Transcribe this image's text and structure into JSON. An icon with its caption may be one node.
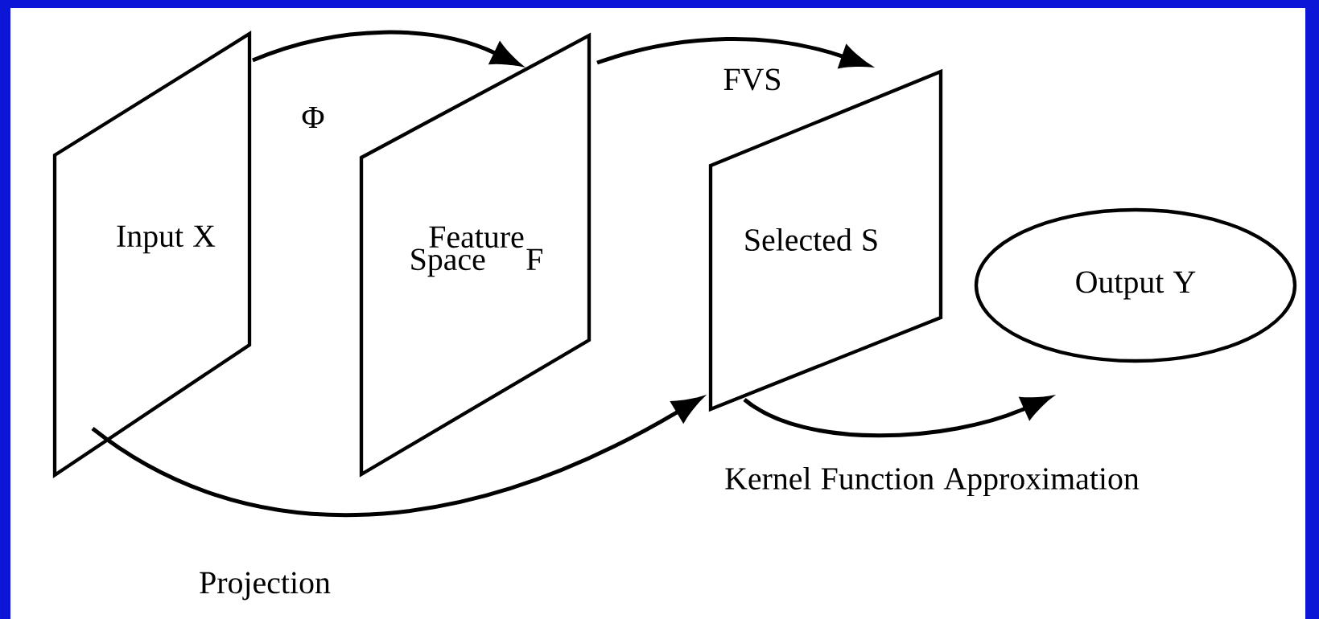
{
  "diagram": {
    "nodes": [
      {
        "text": [
          "Input X"
        ]
      },
      {
        "text": [
          "Feature Space F"
        ]
      },
      {
        "text": [
          "Selected S"
        ]
      },
      {
        "text": [
          "Output Y"
        ]
      }
    ],
    "edges": [
      {
        "from": 0,
        "to": 1,
        "arrow": "to",
        "label": "Φ"
      },
      {
        "from": 1,
        "to": 2,
        "arrow": "to",
        "label": "FVS"
      },
      {
        "from": 0,
        "to": 2,
        "arrow": "to",
        "label": "Projection"
      },
      {
        "from": 2,
        "to": 3,
        "arrow": "to",
        "label": "Kernel Function Approximation"
      }
    ]
  }
}
